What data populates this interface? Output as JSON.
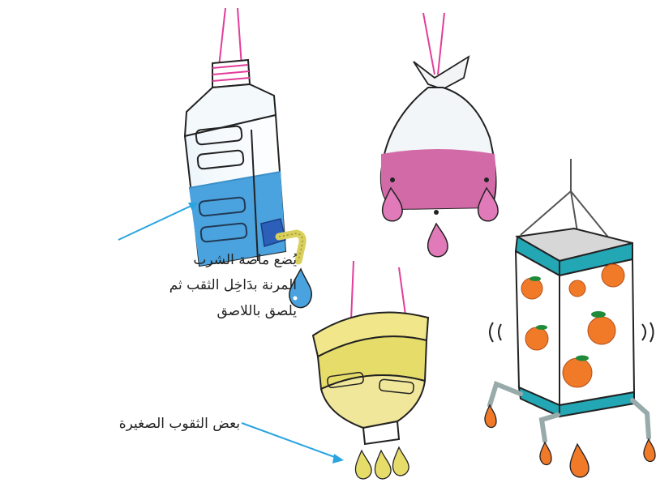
{
  "labels": {
    "straw": [
      "يُضع ماصة الشرب",
      "المرنة بدَاخِل الثقب ثم",
      "يلصق باللاصق"
    ],
    "holes": "بعض الثقوب الصغيرة"
  },
  "colors": {
    "water": "#4aa3df",
    "bag_liquid": "#d36aa8",
    "funnel_liquid": "#e6dc6a",
    "teal_band": "#23a7b5",
    "orange": "#f07a28",
    "string": "#e13d9a",
    "arrow": "#2aa4e0"
  },
  "icons": [
    "water-bottle",
    "plastic-bag",
    "funnel-bottle",
    "box-feeder",
    "orange-fruit",
    "water-drop",
    "vibration-marks"
  ]
}
